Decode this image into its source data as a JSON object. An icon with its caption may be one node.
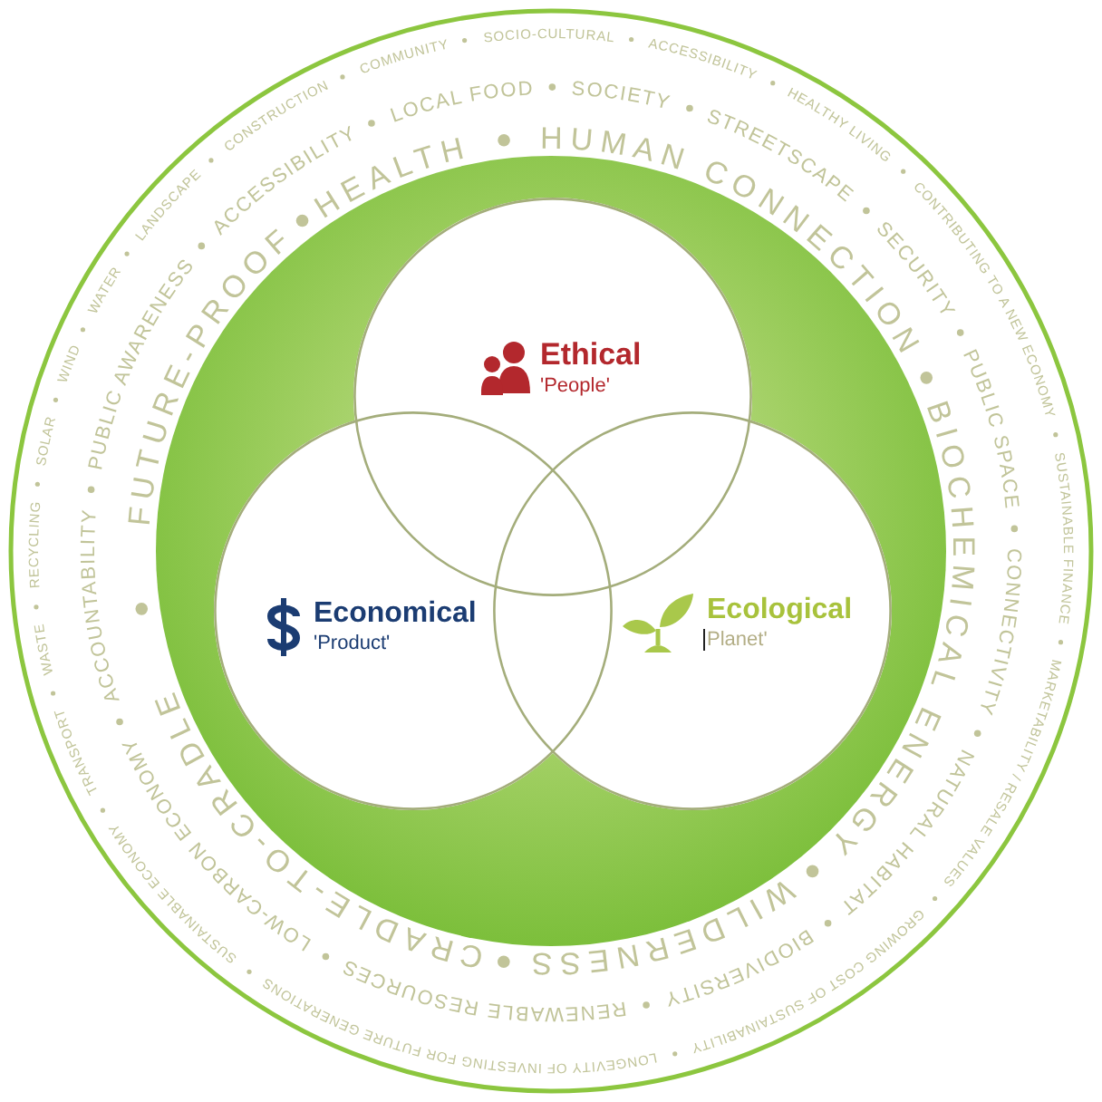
{
  "diagram": {
    "nodes": [
      {
        "text": [
          "Ethical",
          "'People'"
        ]
      },
      {
        "text": [
          "Economical",
          "'Product'"
        ]
      },
      {
        "text": [
          "Ecological",
          "Planet'"
        ]
      }
    ],
    "labels": [
      "TRANSPORT",
      "WASTE",
      "RECYCLING",
      "SOLAR",
      "WIND",
      "WATER",
      "LANDSCAPE",
      "CONSTRUCTION",
      "COMMUNITY",
      "SOCIO-CULTURAL",
      "ACCESSIBILITY",
      "HEALTHY LIVING",
      "CONTRIBUTING TO A NEW ECONOMY",
      "SUSTAINABLE FINANCE",
      "MARKETABILITY / RESALE VALUES",
      "GROWING COST OF SUSTAINABILITY",
      "LONGEVITY OF INVESTING FOR FUTURE GENERATIONS",
      "SUSTAINABLE ECONOMY",
      "ACCOUNTABILITY",
      "PUBLIC AWARENESS",
      "ACCESSIBILITY",
      "LOCAL FOOD",
      "SOCIETY",
      "STREETSCAPE",
      "SECURITY",
      "PUBLIC SPACE",
      "CONNECTIVITY",
      "NATURAL HABITAT",
      "BIODIVERSITY",
      "RENEWABLE RESOURCES",
      "LOW-CARBON ECONOMY",
      "CRADLE-TO-CRADLE",
      "FUTURE-PROOF",
      "HEALTH",
      "HUMAN CONNECTION",
      "BIOCHEMICAL ENERGY",
      "WILDERNESS"
    ]
  }
}
